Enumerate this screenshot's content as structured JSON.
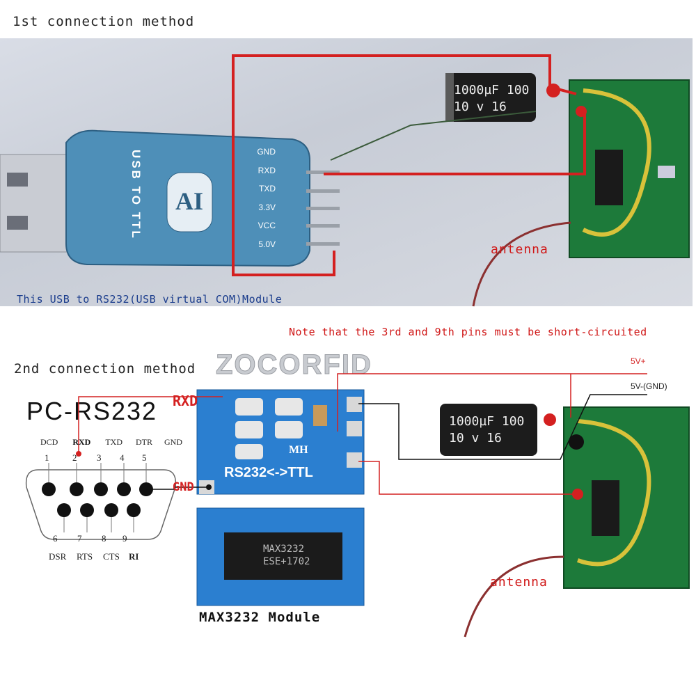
{
  "section1": {
    "title": "1st connection method",
    "usb_module": {
      "label_line1": "USB TO TTL",
      "logo": "AI",
      "pins": [
        "GND",
        "RXD",
        "TXD",
        "3.3V",
        "VCC",
        "5.0V"
      ]
    },
    "capacitor": {
      "line1": "1000µF 100",
      "line2": "10 v 16"
    },
    "antenna_label": "antenna",
    "caption": "This USB to RS232(USB virtual COM)Module"
  },
  "note": "Note that the 3rd and 9th pins must be short-circuited",
  "section2": {
    "title": "2nd connection method",
    "watermark": "ZOCORFID",
    "pc_title": "PC-RS232",
    "db9_top_labels": [
      "DCD",
      "RXD",
      "TXD",
      "DTR",
      "GND"
    ],
    "db9_top_numbers": [
      "1",
      "2",
      "3",
      "4",
      "5"
    ],
    "db9_bottom_numbers": [
      "6",
      "7",
      "8",
      "9"
    ],
    "db9_bottom_labels": [
      "DSR",
      "RTS",
      "CTS",
      "RI"
    ],
    "rxd_label": "RXD",
    "gnd_label": "GND",
    "rs232_board": {
      "text": "RS232<->TTL",
      "brand": "MH"
    },
    "chip": {
      "line1": "MAX3232",
      "line2": "ESE+1702"
    },
    "max_caption": "MAX3232 Module",
    "vplus_label": "5V+",
    "vgnd_label": "5V-(GND)",
    "capacitor": {
      "line1": "1000µF 100",
      "line2": "10 v 16"
    },
    "antenna_label": "antenna"
  },
  "colors": {
    "wire_red": "#d42020",
    "pcb_blue": "#2b7fd0",
    "pcb_green": "#1d7a3a",
    "note_red": "#d01818"
  }
}
